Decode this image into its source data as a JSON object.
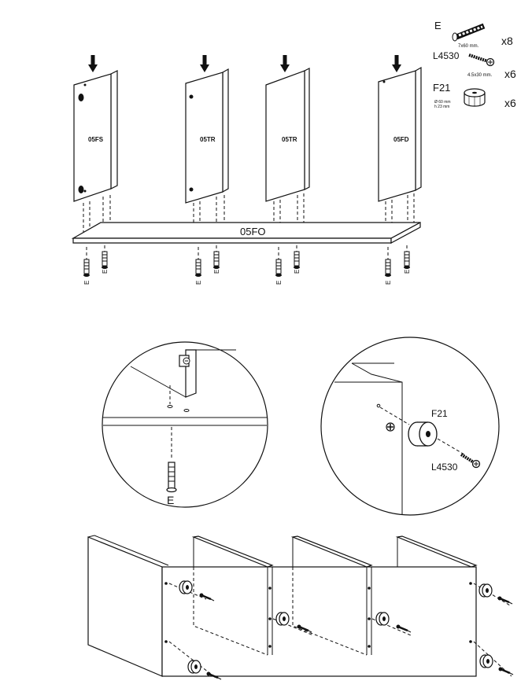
{
  "parts_legend": [
    {
      "code": "E",
      "size": "7x60 mm.",
      "qty": "x8",
      "icon": "dowel-screw-icon"
    },
    {
      "code": "L4530",
      "size": "4.5x30 mm.",
      "qty": "x6",
      "icon": "screw-icon"
    },
    {
      "code": "F21",
      "size_line1": "Ø 60 mm",
      "size_line2": "h 23 mm",
      "qty": "x6",
      "icon": "foot-icon"
    }
  ],
  "step1": {
    "panels": [
      "05FS",
      "05TR",
      "05TR",
      "05FD"
    ],
    "base": "05FO",
    "fastener_code": "E"
  },
  "detail_left": {
    "fastener_code": "E"
  },
  "detail_right": {
    "foot_code": "F21",
    "screw_code": "L4530"
  }
}
